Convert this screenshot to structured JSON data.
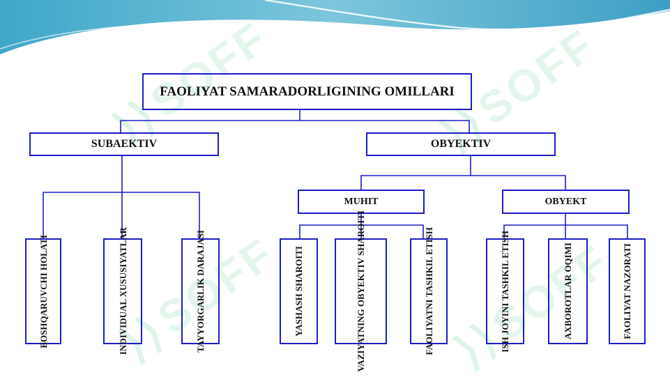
{
  "watermark": "SOFF",
  "root": {
    "label": "FAOLIYAT SAMARADORLIGINING OMILLARI"
  },
  "subjective": {
    "label": "SUBAEKTIV",
    "children": [
      {
        "label": "BOSHQARUVCHI HOLATI"
      },
      {
        "label": "INDIVIDUAL XUSUSIYATLAR"
      },
      {
        "label": "TAYYORGARLIK DARAJASI"
      }
    ]
  },
  "objective": {
    "label": "OBYEKTIV",
    "environment": {
      "label": "MUHIT",
      "children": [
        {
          "label": "YASHASH SHAROITI"
        },
        {
          "label": "VAZIYATNING OBYEKTIV SHAROITI"
        },
        {
          "label": "FAOLIYATNI TASHKIL ETISH"
        }
      ]
    },
    "object": {
      "label": "OBYEKT",
      "children": [
        {
          "label": "ISH JOYINI TASHKIL ETISH"
        },
        {
          "label": "AXBOROTLAR OQIMI"
        },
        {
          "label": "FAOLIYAT NAZORATI"
        }
      ]
    }
  }
}
